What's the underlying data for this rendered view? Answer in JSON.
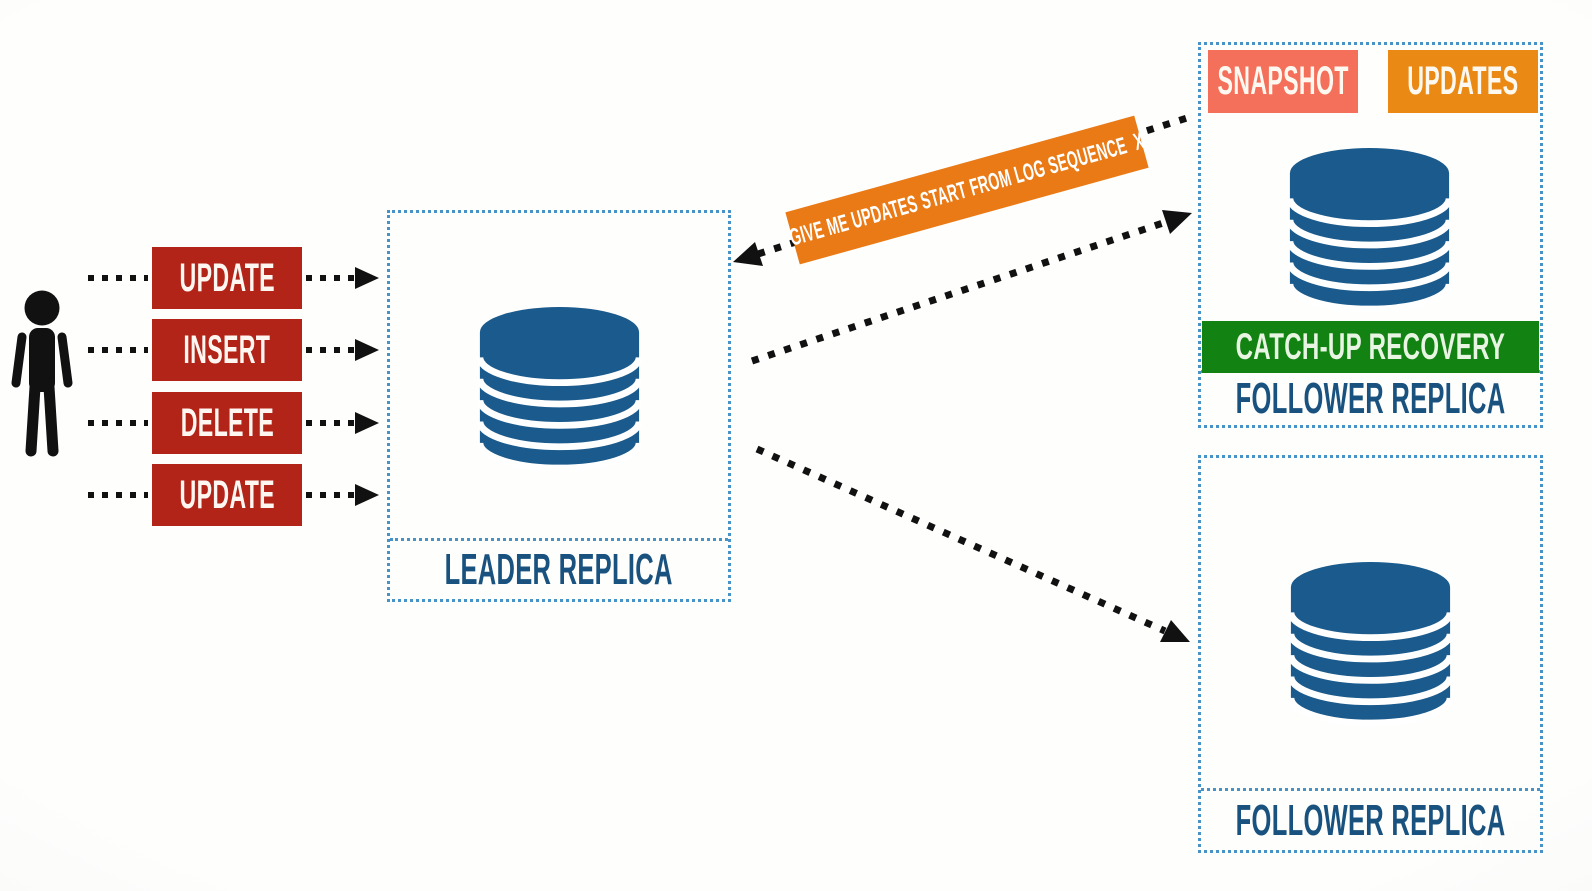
{
  "colors": {
    "bg-center": "#fefefd",
    "bg-edge": "#f0f0ee",
    "ink": "#111111",
    "red": "#b22318",
    "red-text": "#fdf6f1",
    "db-blue": "#1a5a8c",
    "label-blue": "#19527f",
    "border-blue": "#4792c6",
    "orange": "#ea7a15",
    "coral": "#f4705b",
    "badge-orange": "#ea8a15",
    "green": "#128212",
    "green-text": "#e7f5e2"
  },
  "icons": {
    "client": "person-icon",
    "replica": "database-icon"
  },
  "operations": [
    {
      "label": "UPDATE"
    },
    {
      "label": "INSERT"
    },
    {
      "label": "DELETE"
    },
    {
      "label": "UPDATE"
    }
  ],
  "leader": {
    "label": "LEADER REPLICA"
  },
  "message": {
    "label": "GIVE ME UPDATES START FROM LOG SEQUENCE  X"
  },
  "follower_top": {
    "badges": [
      {
        "label": "SNAPSHOT"
      },
      {
        "label": "UPDATES"
      }
    ],
    "banner_label": "CATCH-UP RECOVERY",
    "label": "FOLLOWER REPLICA"
  },
  "follower_bottom": {
    "label": "FOLLOWER REPLICA"
  }
}
